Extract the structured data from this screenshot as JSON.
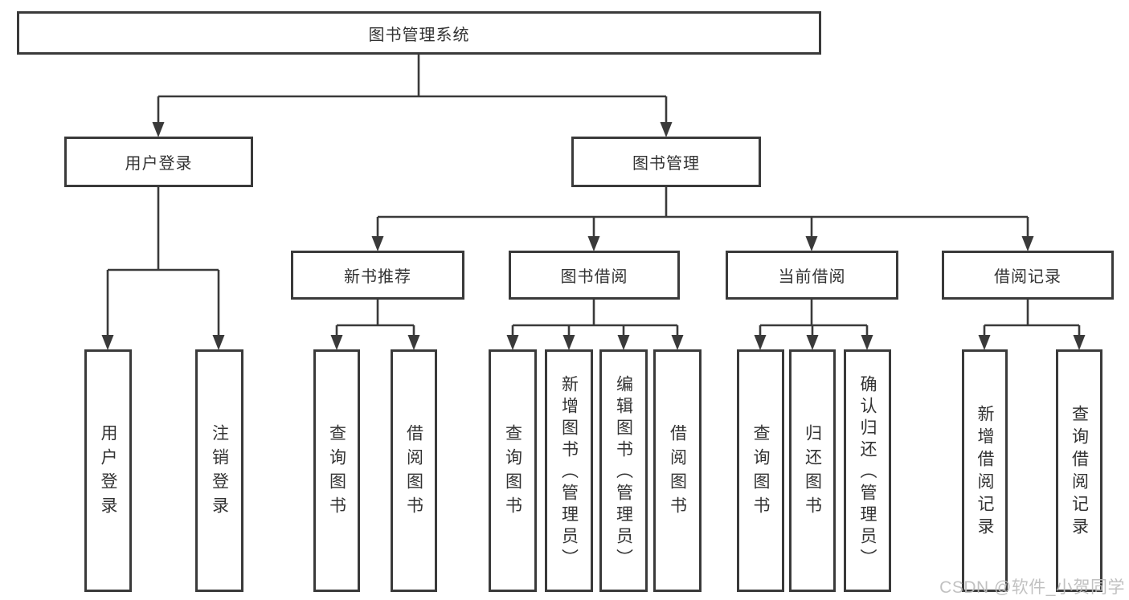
{
  "diagram": {
    "type": "tree",
    "direction": "top-down",
    "tree": {
      "label": "图书管理系统",
      "children": [
        {
          "label": "用户登录",
          "children": [
            {
              "label": "用户登录"
            },
            {
              "label": "注销登录"
            }
          ]
        },
        {
          "label": "图书管理",
          "children": [
            {
              "label": "新书推荐",
              "children": [
                {
                  "label": "查询图书"
                },
                {
                  "label": "借阅图书"
                }
              ]
            },
            {
              "label": "图书借阅",
              "children": [
                {
                  "label": "查询图书"
                },
                {
                  "label": "新增图书（管理员）"
                },
                {
                  "label": "编辑图书（管理员）"
                },
                {
                  "label": "借阅图书"
                }
              ]
            },
            {
              "label": "当前借阅",
              "children": [
                {
                  "label": "查询图书"
                },
                {
                  "label": "归还图书"
                },
                {
                  "label": "确认归还（管理员）"
                }
              ]
            },
            {
              "label": "借阅记录",
              "children": [
                {
                  "label": "新增借阅记录"
                },
                {
                  "label": "查询借阅记录"
                }
              ]
            }
          ]
        }
      ]
    },
    "colors": {
      "line": "#3a3a3a",
      "box_border": "#3a3a3a",
      "text": "#333333",
      "background": "#ffffff",
      "watermark": "#bcbcbc"
    }
  },
  "watermark": {
    "text": "CSDN @软件_小贺同学"
  }
}
